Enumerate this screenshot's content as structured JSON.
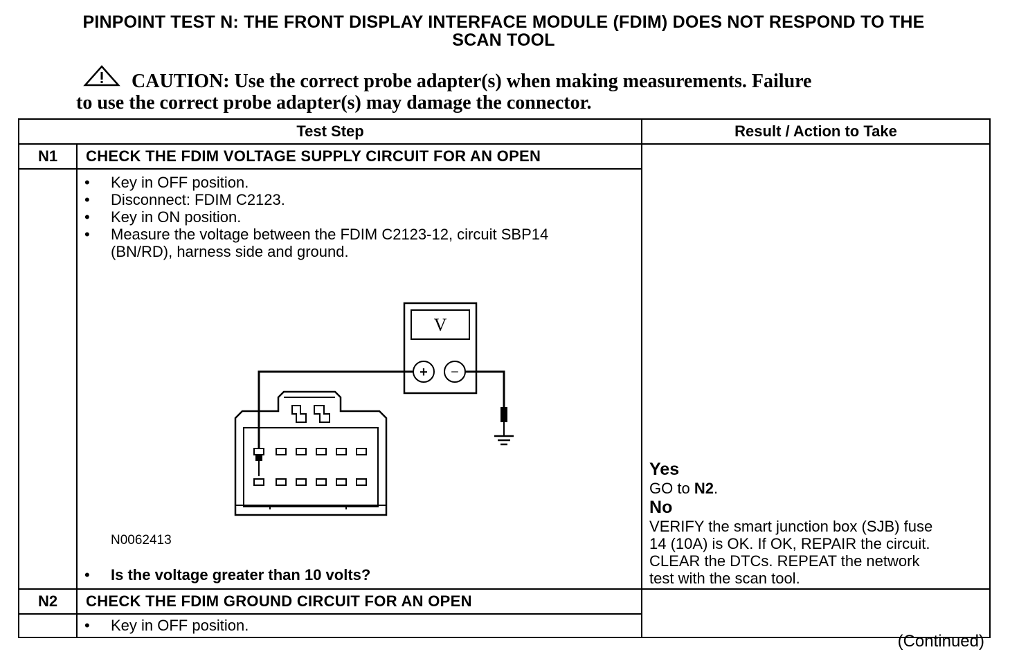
{
  "title": {
    "line1": "PINPOINT TEST  N: THE FRONT DISPLAY INTERFACE MODULE (FDIM) DOES NOT RESPOND TO THE",
    "line2": "SCAN TOOL"
  },
  "caution": {
    "icon": "warning-triangle-icon",
    "line1": "CAUTION: Use the correct probe adapter(s) when making measurements. Failure",
    "line2": "to use the correct probe adapter(s) may damage the connector."
  },
  "table": {
    "headers": {
      "test_step": "Test Step",
      "result": "Result / Action to Take"
    },
    "steps": [
      {
        "id": "N1",
        "heading": "CHECK THE FDIM VOLTAGE SUPPLY CIRCUIT FOR AN OPEN",
        "bullets": [
          "Key in OFF position.",
          "Disconnect: FDIM C2123.",
          "Key in ON position.",
          "Measure the voltage between the FDIM C2123-12, circuit SBP14",
          "(BN/RD), harness side and ground."
        ],
        "figure": {
          "meter_symbol": "V",
          "plus": "+",
          "minus": "−",
          "figure_id": "N0062413"
        },
        "question": "Is the voltage greater than 10 volts?",
        "results": {
          "yes_label": "Yes",
          "yes_text_pre": "GO to ",
          "yes_target": "N2",
          "yes_text_post": ".",
          "no_label": "No",
          "no_line1": "VERIFY the smart junction box (SJB) fuse",
          "no_line2": "14 (10A) is OK. If OK, REPAIR the circuit.",
          "no_line3": "CLEAR the DTCs. REPEAT the network",
          "no_line4": "test with the scan tool."
        }
      },
      {
        "id": "N2",
        "heading": "CHECK THE FDIM GROUND CIRCUIT FOR AN OPEN",
        "bullets": [
          "Key in OFF position."
        ]
      }
    ]
  },
  "continued": "(Continued)"
}
